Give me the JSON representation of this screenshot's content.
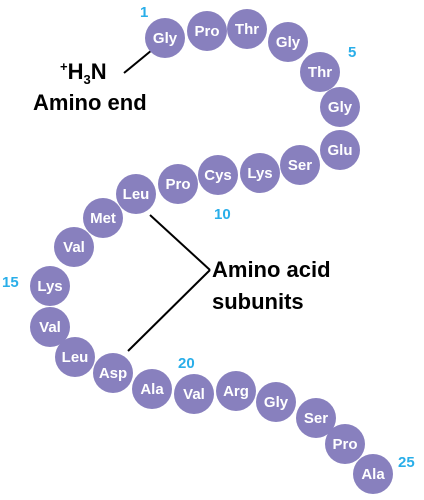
{
  "chain": [
    {
      "residue": "Gly",
      "position": 1
    },
    {
      "residue": "Pro",
      "position": 2
    },
    {
      "residue": "Thr",
      "position": 3
    },
    {
      "residue": "Gly",
      "position": 4
    },
    {
      "residue": "Thr",
      "position": 5
    },
    {
      "residue": "Gly",
      "position": 6
    },
    {
      "residue": "Glu",
      "position": 7
    },
    {
      "residue": "Ser",
      "position": 8
    },
    {
      "residue": "Lys",
      "position": 9
    },
    {
      "residue": "Cys",
      "position": 10
    },
    {
      "residue": "Pro",
      "position": 11
    },
    {
      "residue": "Leu",
      "position": 12
    },
    {
      "residue": "Met",
      "position": 13
    },
    {
      "residue": "Val",
      "position": 14
    },
    {
      "residue": "Lys",
      "position": 15
    },
    {
      "residue": "Val",
      "position": 16
    },
    {
      "residue": "Leu",
      "position": 17
    },
    {
      "residue": "Asp",
      "position": 18
    },
    {
      "residue": "Ala",
      "position": 19
    },
    {
      "residue": "Val",
      "position": 20
    },
    {
      "residue": "Arg",
      "position": 21
    },
    {
      "residue": "Gly",
      "position": 22
    },
    {
      "residue": "Ser",
      "position": 23
    },
    {
      "residue": "Pro",
      "position": 24
    },
    {
      "residue": "Ala",
      "position": 25
    }
  ],
  "position_numbers": [
    "1",
    "5",
    "10",
    "15",
    "20",
    "25"
  ],
  "amino_end": {
    "prefix": "+",
    "h": "H",
    "sub": "3",
    "n": "N",
    "label": "Amino end"
  },
  "subunit_label": {
    "line1": "Amino acid",
    "line2": "subunits"
  },
  "colors": {
    "bead": "#8880be",
    "bead_text": "#ffffff",
    "position_number": "#29aee9",
    "label_text": "#000000"
  }
}
